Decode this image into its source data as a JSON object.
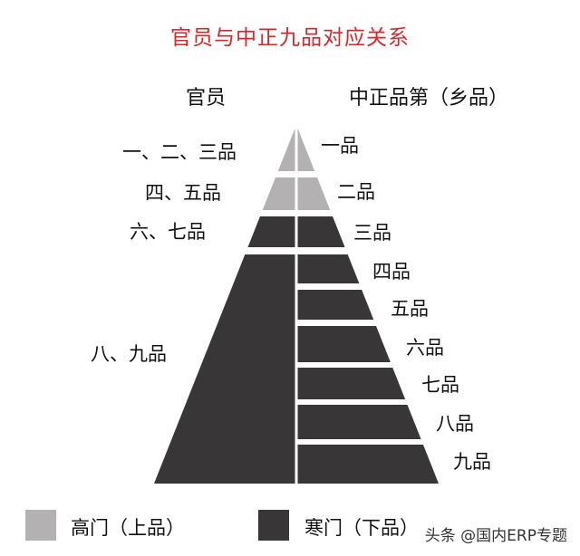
{
  "title": "官员与中正九品对应关系",
  "headers": {
    "left": "官员",
    "right": "中正品第（乡品）"
  },
  "official_ranks": [
    {
      "label": "一、二、三品",
      "class": "high"
    },
    {
      "label": "四、五品",
      "class": "high"
    },
    {
      "label": "六、七品",
      "class": "low"
    },
    {
      "label": "八、九品",
      "class": "low"
    }
  ],
  "zhongzheng_ranks": [
    {
      "label": "一品",
      "class": "high"
    },
    {
      "label": "二品",
      "class": "high"
    },
    {
      "label": "三品",
      "class": "low"
    },
    {
      "label": "四品",
      "class": "low"
    },
    {
      "label": "五品",
      "class": "low"
    },
    {
      "label": "六品",
      "class": "low"
    },
    {
      "label": "七品",
      "class": "low"
    },
    {
      "label": "八品",
      "class": "low"
    },
    {
      "label": "九品",
      "class": "low"
    }
  ],
  "legend": [
    {
      "label": "高门（上品）",
      "color": "#b3b1b1"
    },
    {
      "label": "寒门（下品）",
      "color": "#383636"
    }
  ],
  "colors": {
    "high": "#b3b1b1",
    "low": "#383636",
    "title": "#d8262b"
  },
  "watermark": "头条 @国内ERP专题"
}
